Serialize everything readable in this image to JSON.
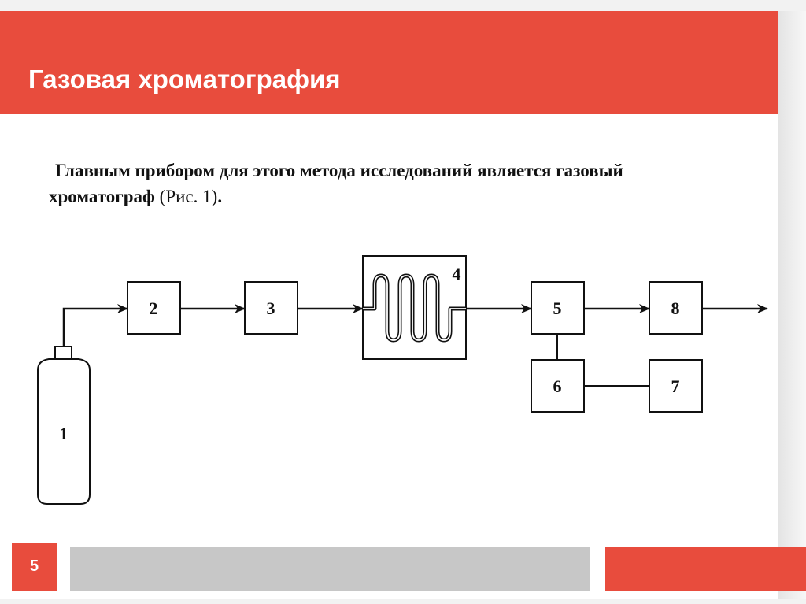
{
  "slide": {
    "title": "Газовая хроматография",
    "body": {
      "part1_bold": "Главным прибором для этого метода исследований является газовый",
      "part2_bold": "хроматограф",
      "part3_regular": " (Рис. 1)",
      "part4_bold": "."
    },
    "page_number": "5"
  },
  "diagram": {
    "blocks": [
      {
        "id": "cylinder",
        "label": "1"
      },
      {
        "id": "block2",
        "label": "2"
      },
      {
        "id": "block3",
        "label": "3"
      },
      {
        "id": "column",
        "label": "4"
      },
      {
        "id": "block5",
        "label": "5"
      },
      {
        "id": "block6",
        "label": "6"
      },
      {
        "id": "block7",
        "label": "7"
      },
      {
        "id": "block8",
        "label": "8"
      }
    ]
  },
  "colors": {
    "accent": "#e84c3d",
    "footer_gray": "#c7c7c7",
    "background": "#ffffff"
  }
}
